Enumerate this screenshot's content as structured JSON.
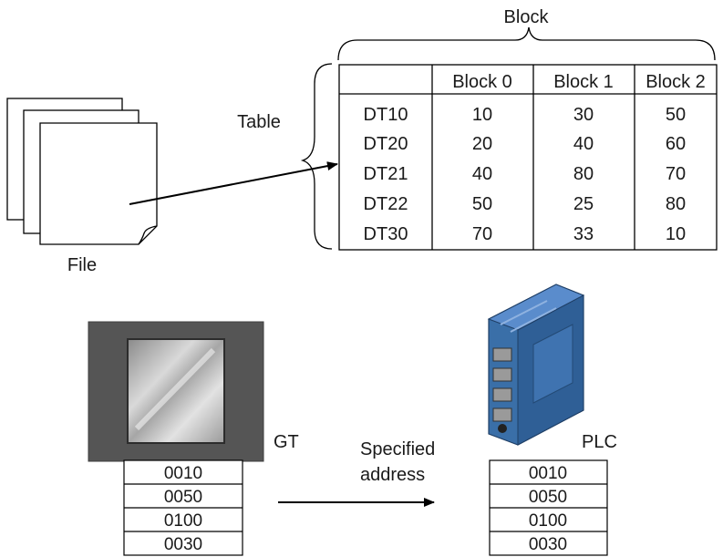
{
  "labels": {
    "block": "Block",
    "table": "Table",
    "file": "File",
    "gt": "GT",
    "plc": "PLC",
    "specified_line1": "Specified",
    "specified_line2": "address"
  },
  "table": {
    "headers": [
      "",
      "Block 0",
      "Block 1",
      "Block 2"
    ],
    "rows": [
      [
        "DT10",
        "10",
        "30",
        "50"
      ],
      [
        "DT20",
        "20",
        "40",
        "60"
      ],
      [
        "DT21",
        "40",
        "80",
        "70"
      ],
      [
        "DT22",
        "50",
        "25",
        "80"
      ],
      [
        "DT30",
        "70",
        "33",
        "10"
      ]
    ]
  },
  "gt_registers": [
    "0010",
    "0050",
    "0100",
    "0030"
  ],
  "plc_registers": [
    "0010",
    "0050",
    "0100",
    "0030"
  ],
  "colors": {
    "gt_bezel": "#555555",
    "gt_screen": "#b8b8b8",
    "plc_body": "#3a6fa8",
    "plc_dark": "#234a75"
  }
}
